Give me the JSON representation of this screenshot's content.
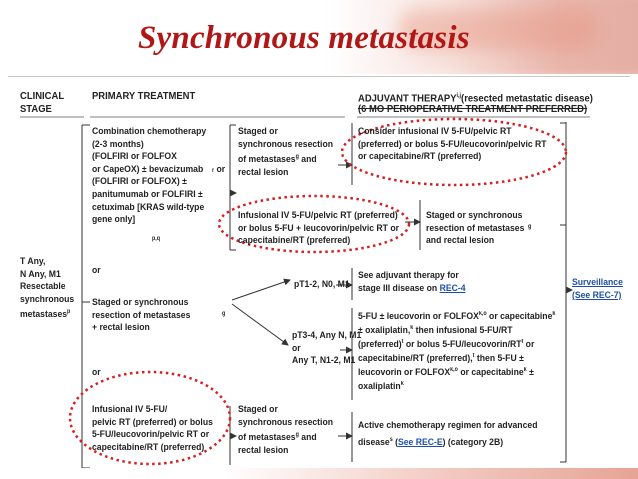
{
  "slide_title": "Synchronous metastasis",
  "headers": {
    "clinical_stage": "CLINICAL\nSTAGE",
    "primary_treatment": "PRIMARY TREATMENT",
    "adjuvant": "ADJUVANT THERAPY",
    "adjuvant_sup": "i,j",
    "adjuvant_rest": "(resected metastatic disease)",
    "adjuvant_line2": "(6 MO PERIOPERATIVE TREATMENT PREFERRED)"
  },
  "stage": "T Any,\nN Any, M1\nResectable\nsynchronous\nmetastases",
  "stage_sup": "p",
  "primary": {
    "combo": "Combination chemotherapy\n(2-3 months)\n(FOLFIRI or FOLFOX\nor CapeOX) ± bevacizumab\n(FOLFIRI or FOLFOX) ±\npanitumumab or FOLFIRI ±\ncetuximab [KRAS wild-type\ngene only]",
    "combo_sup1": "r",
    "combo_sup1_tail": " or",
    "combo_sup2": "p,q",
    "or1": "or",
    "staged": "Staged or synchronous\nresection of metastases\n+ rectal lesion",
    "staged_sup": "g",
    "or2": "or",
    "infusional": "Infusional IV 5-FU/\npelvic RT (preferred) or bolus\n5-FU/leucovorin/pelvic RT or\ncapecitabine/RT (preferred)"
  },
  "middle": {
    "staged_top": "Staged or\nsynchronous resection\nof metastases",
    "staged_top_sup": "g",
    "staged_top_tail": " and\nrectal lesion",
    "infusional_mid": "Infusional IV 5-FU/pelvic RT (preferred)\nor bolus 5-FU + leucovorin/pelvic RT or\ncapecitabine/RT (preferred)",
    "staged_right": "Staged or synchronous\nresection of metastases\nand rectal lesion",
    "staged_right_sup": "g",
    "pt1": "pT1-2, N0, M1",
    "pt3": "pT3-4, Any N, M1\nor\nAny T, N1-2, M1",
    "staged_bottom": "Staged or\nsynchronous resection\nof metastases",
    "staged_bottom_sup": "g",
    "staged_bottom_tail": " and\nrectal lesion"
  },
  "adjuvant": {
    "consider": "Consider infusional IV 5-FU/pelvic RT\n(preferred) or bolus 5-FU/leucovorin/pelvic RT\nor capecitabine/RT (preferred)",
    "see_adjuvant": "See adjuvant therapy for\nstage III disease on ",
    "see_adjuvant_link": "REC-4",
    "fu_line1": "5-FU ± leucovorin or FOLFOX",
    "fu_sup1": "k,o",
    "fu_line1b": " or capecitabine",
    "fu_sup2": "k",
    "fu_line2": "± oxaliplatin,",
    "fu_sup3": "k",
    "fu_line2b": " then infusional 5-FU/RT",
    "fu_line3": "(preferred)",
    "fu_sup4": "t",
    "fu_line3b": " or bolus 5-FU/leucovorin/RT",
    "fu_sup5": "t",
    "fu_line3c": " or",
    "fu_line4": "capecitabine/RT (preferred),",
    "fu_sup6": "t",
    "fu_line4b": " then 5-FU ±",
    "fu_line5": "leucovorin or FOLFOX",
    "fu_sup7": "k,o",
    "fu_line5b": " or capecitabine",
    "fu_sup8": "k",
    "fu_line5c": " ±",
    "fu_line6": "oxaliplatin",
    "fu_sup9": "k",
    "active_line1": "Active chemotherapy regimen for advanced",
    "active_line2a": "disease",
    "active_sup": "s",
    "active_line2b": " (",
    "active_link": "See REC-E",
    "active_line2c": ") (category 2B)"
  },
  "surveillance": "Surveillance",
  "surveillance_link": "(See REC-7)",
  "colors": {
    "title": "#b01717",
    "link": "#1f4fa8",
    "dotted": "#d42020"
  }
}
